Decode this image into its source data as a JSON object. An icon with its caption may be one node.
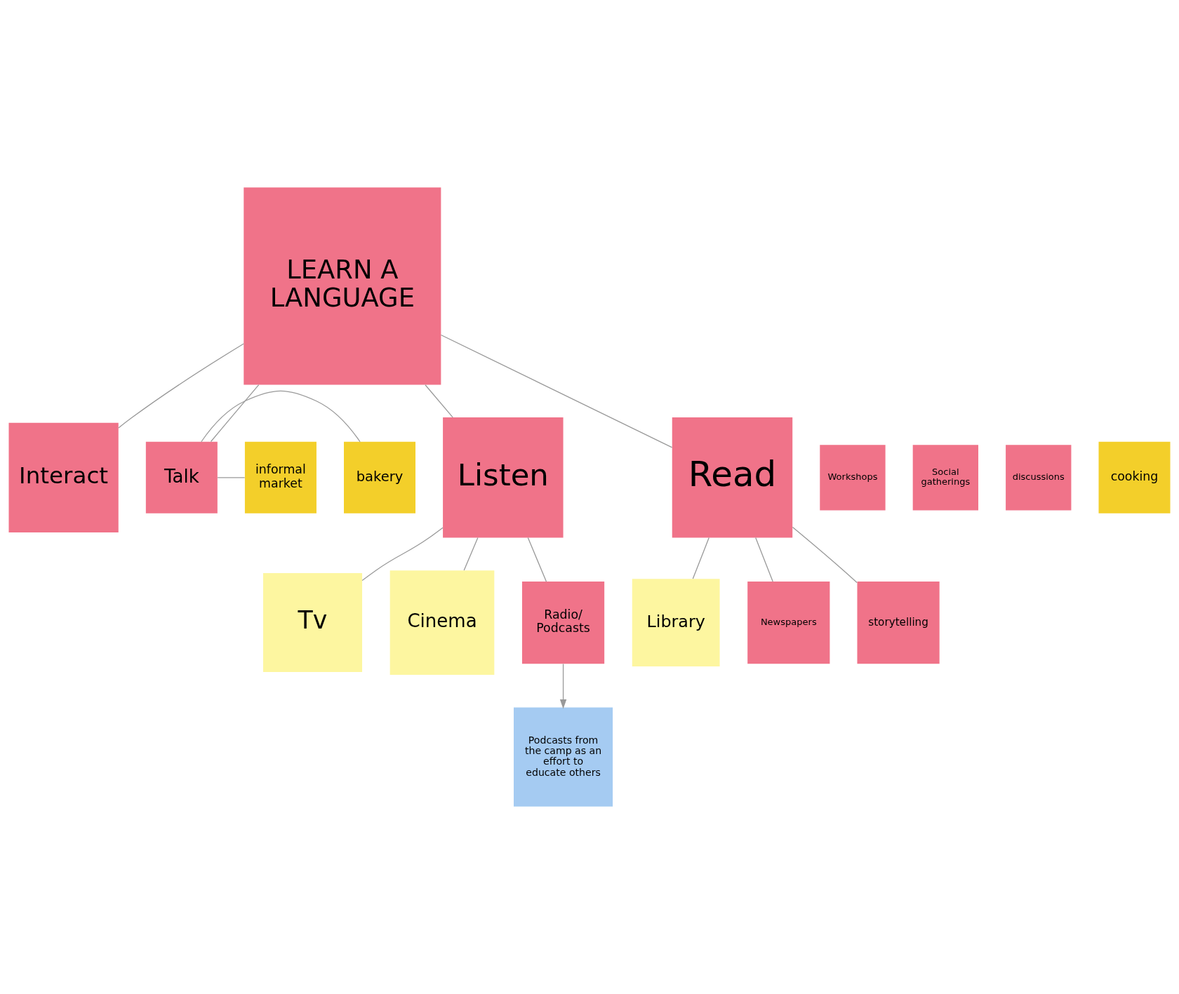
{
  "diagram": {
    "nodes": [
      {
        "text": [
          "Interact"
        ]
      },
      {
        "text": [
          "Workshops"
        ]
      },
      {
        "text": [
          "Social gatherings"
        ]
      },
      {
        "text": [
          "LEARN A LANGUAGE"
        ]
      },
      {
        "text": [
          "bakery"
        ]
      },
      {
        "text": [
          "Talk"
        ]
      },
      {
        "text": [
          "Tv"
        ]
      },
      {
        "text": [
          "informal market"
        ]
      },
      {
        "text": [
          "discussions"
        ]
      },
      {
        "text": [
          "cooking"
        ]
      },
      {
        "text": [
          "Listen"
        ]
      },
      {
        "text": [
          "Cinema"
        ]
      },
      {
        "text": [
          "Read"
        ]
      },
      {
        "text": [
          "Radio/ Podcasts"
        ]
      },
      {
        "text": [
          "Library"
        ]
      },
      {
        "text": [
          "Newspapers"
        ]
      },
      {
        "text": [
          "storytelling"
        ]
      },
      {
        "text": [
          "Podcasts from the camp as an effort to educate others"
        ]
      }
    ],
    "edges": [
      {
        "from": 3,
        "to": 0,
        "arrow": "none"
      },
      {
        "from": 3,
        "to": 5,
        "arrow": "none"
      },
      {
        "from": 3,
        "to": 12,
        "arrow": "none"
      },
      {
        "from": 3,
        "to": 10,
        "arrow": "none"
      },
      {
        "from": 5,
        "to": 4,
        "arrow": "none"
      },
      {
        "from": 5,
        "to": 7,
        "arrow": "none"
      },
      {
        "from": 10,
        "to": 6,
        "arrow": "none"
      },
      {
        "from": 10,
        "to": 11,
        "arrow": "none"
      },
      {
        "from": 10,
        "to": 13,
        "arrow": "none"
      },
      {
        "from": 13,
        "to": 17,
        "arrow": "to"
      },
      {
        "from": 12,
        "to": 14,
        "arrow": "none"
      },
      {
        "from": 12,
        "to": 16,
        "arrow": "none"
      },
      {
        "from": 12,
        "to": 15,
        "arrow": "none"
      }
    ]
  }
}
